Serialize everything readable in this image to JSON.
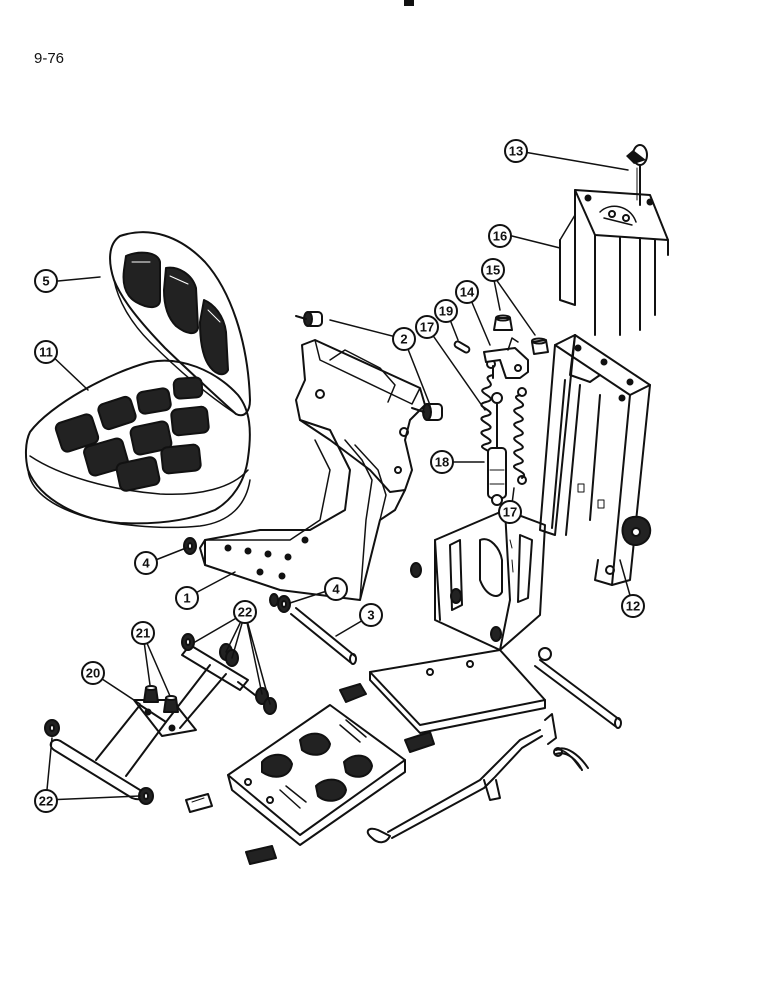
{
  "page_number": "9-76",
  "callouts": [
    {
      "name": "callout-13",
      "label": "13"
    },
    {
      "name": "callout-16",
      "label": "16"
    },
    {
      "name": "callout-5",
      "label": "5"
    },
    {
      "name": "callout-15",
      "label": "15"
    },
    {
      "name": "callout-14",
      "label": "14"
    },
    {
      "name": "callout-19",
      "label": "19"
    },
    {
      "name": "callout-2",
      "label": "2"
    },
    {
      "name": "callout-17-top",
      "label": "17"
    },
    {
      "name": "callout-11",
      "label": "11"
    },
    {
      "name": "callout-18",
      "label": "18"
    },
    {
      "name": "callout-17-bottom",
      "label": "17"
    },
    {
      "name": "callout-4-left",
      "label": "4"
    },
    {
      "name": "callout-1",
      "label": "1"
    },
    {
      "name": "callout-4-right",
      "label": "4"
    },
    {
      "name": "callout-3",
      "label": "3"
    },
    {
      "name": "callout-12",
      "label": "12"
    },
    {
      "name": "callout-22-top",
      "label": "22"
    },
    {
      "name": "callout-21",
      "label": "21"
    },
    {
      "name": "callout-20",
      "label": "20"
    },
    {
      "name": "callout-22-bottom",
      "label": "22"
    }
  ],
  "colors": {
    "ink": "#111111",
    "paper": "#ffffff"
  }
}
